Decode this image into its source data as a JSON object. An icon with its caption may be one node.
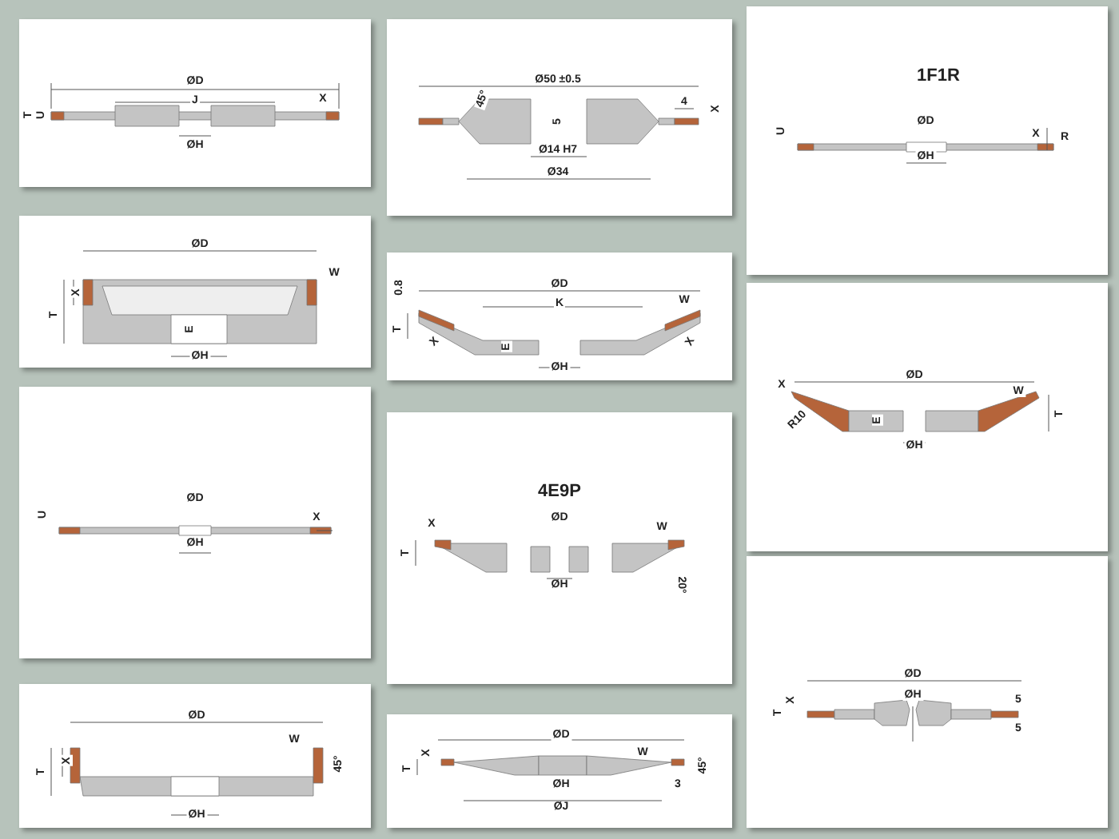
{
  "diagram": {
    "nodes": [
      {
        "text": [
          "ØD",
          "T",
          "U",
          "J",
          "X",
          "ØH"
        ]
      },
      {
        "text": [
          "ØD",
          "W",
          "X",
          "T",
          "E",
          "ØH"
        ]
      },
      {
        "text": [
          "Ø50 ±0.5",
          "45°",
          "5",
          "4",
          "X",
          "Ø14 H7",
          "Ø34"
        ]
      },
      {
        "text": [
          "0.8",
          "ØD",
          "K",
          "W",
          "T",
          "X",
          "E",
          "X",
          "ØH"
        ]
      },
      {
        "text": [
          "1F1R",
          "U",
          "ØD",
          "X",
          "R",
          "ØH"
        ]
      },
      {
        "text": [
          "X",
          "ØD",
          "W",
          "R10",
          "E",
          "T",
          "ØH"
        ]
      },
      {
        "text": [
          "U",
          "ØD",
          "X",
          "ØH"
        ]
      },
      {
        "text": [
          "4E9P",
          "ØD",
          "X",
          "W",
          "T",
          "ØH",
          "20°"
        ]
      },
      {
        "text": [
          "ØD",
          "W",
          "X",
          "T",
          "45°",
          "ØH"
        ]
      },
      {
        "text": [
          "ØD",
          "X",
          "W",
          "T",
          "45°",
          "ØH",
          "3",
          "ØJ"
        ]
      },
      {
        "text": [
          "ØD",
          "X",
          "T",
          "ØH",
          "5",
          "5"
        ]
      }
    ]
  }
}
